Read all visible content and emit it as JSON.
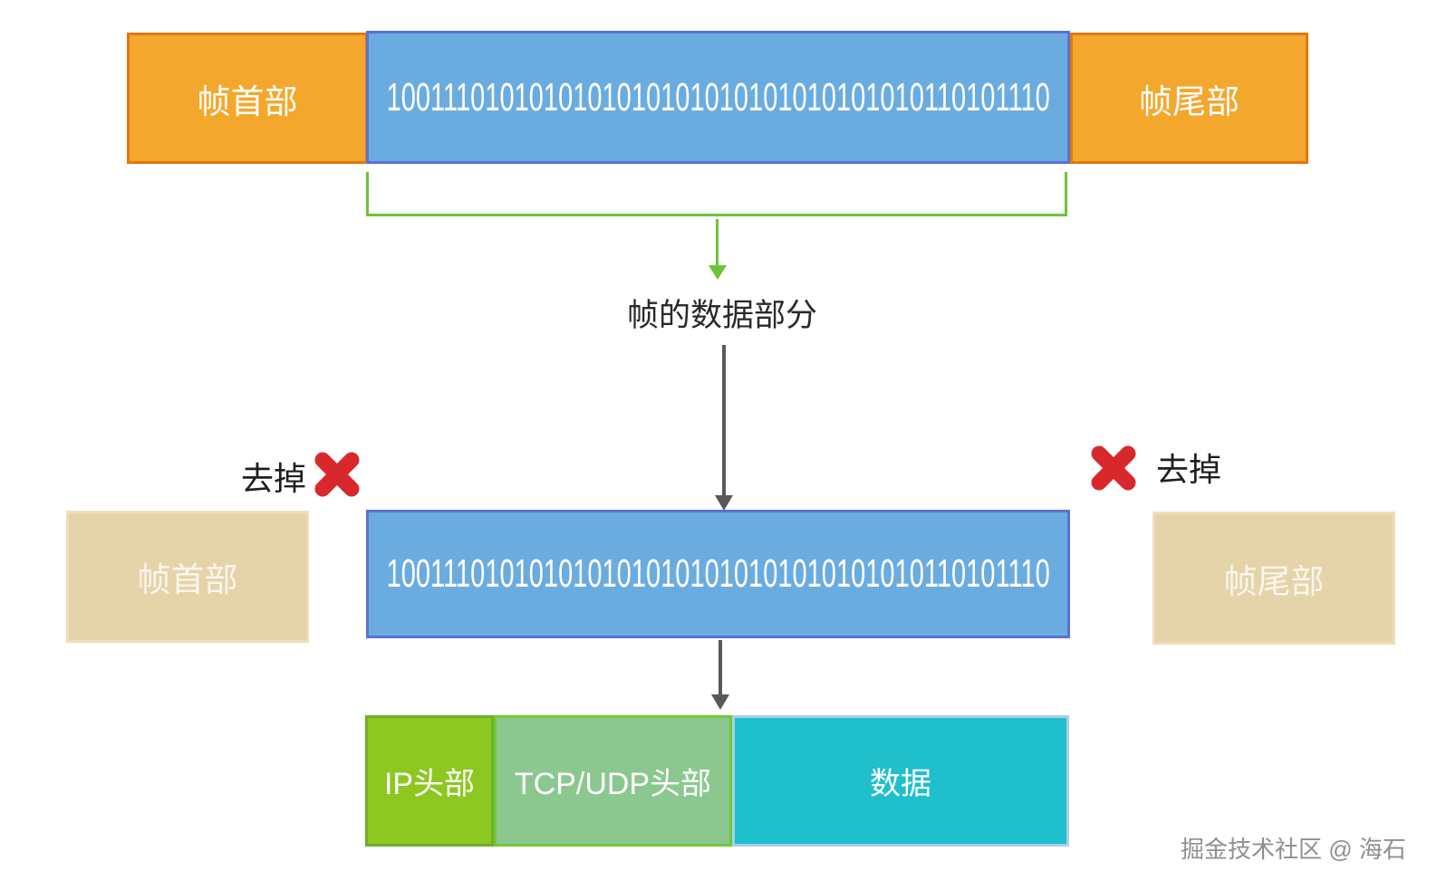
{
  "diagram": {
    "frame_top": {
      "header": "帧首部",
      "payload_bits": "1001110101010101010101010101010101010110101110",
      "trailer": "帧尾部"
    },
    "bracket_caption": "帧的数据部分",
    "remove_left_label": "去掉",
    "remove_right_label": "去掉",
    "frame_stripped": {
      "header": "帧首部",
      "payload_bits": "1001110101010101010101010101010101010110101110",
      "trailer": "帧尾部"
    },
    "packet": {
      "ip_header": "IP头部",
      "tcp_udp_header": "TCP/UDP头部",
      "data": "数据"
    },
    "watermark": "掘金技术社区 @ 海石",
    "colors": {
      "orange_fill": "#F4A72D",
      "orange_border": "#E2780E",
      "blue_fill": "#6BACE0",
      "blue_border": "#5C71D6",
      "green_accent": "#6CC437",
      "red_x": "#D9282B",
      "tan_fill": "#E5D4AA",
      "tan_border": "#F0DDBC",
      "ip_green_fill": "#8CC81F",
      "ip_green_border": "#6FAE2A",
      "tcp_green_fill": "#8BC88F",
      "tcp_green_border": "#71C837",
      "data_cyan_fill": "#20BFCC",
      "data_cyan_border": "#A9CFE9",
      "arrow_dark": "#595959",
      "text_dark": "#2a2a2a"
    }
  }
}
